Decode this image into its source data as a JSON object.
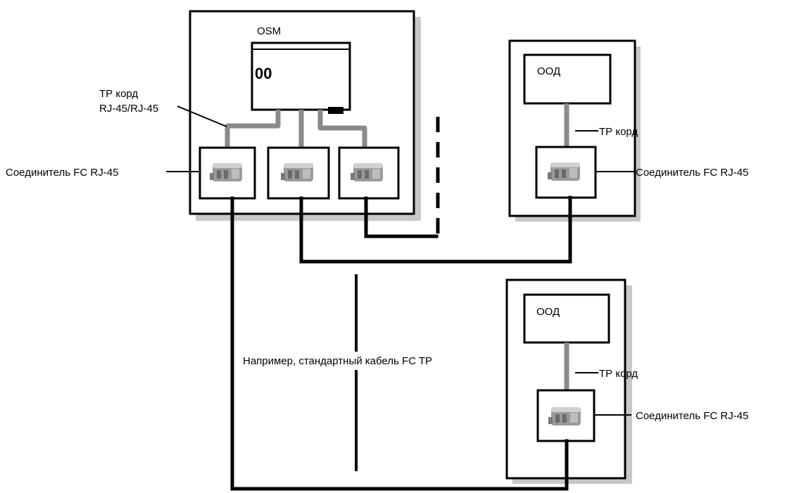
{
  "osm": {
    "title": "OSM",
    "port_glyph": "00"
  },
  "labels": {
    "tp_cord_osm_line1": "ТР корд",
    "tp_cord_osm_line2": "RJ-45/RJ-45",
    "connector_left": "Соединитель FC RJ-45",
    "example_cable": "Например, стандартный кабель FC TP"
  },
  "devices": [
    {
      "name": "ООД",
      "cord_label": "ТР корд",
      "connector_label": "Соединитель FC RJ-45"
    },
    {
      "name": "ООД",
      "cord_label": "ТР корд",
      "connector_label": "Соединитель FC RJ-45"
    }
  ],
  "icons": [
    "connector-icon",
    "osm-switch-icon"
  ],
  "colors": {
    "line": "#000000",
    "cord": "#8a8a8a",
    "shadow": "#c8c8c8"
  }
}
